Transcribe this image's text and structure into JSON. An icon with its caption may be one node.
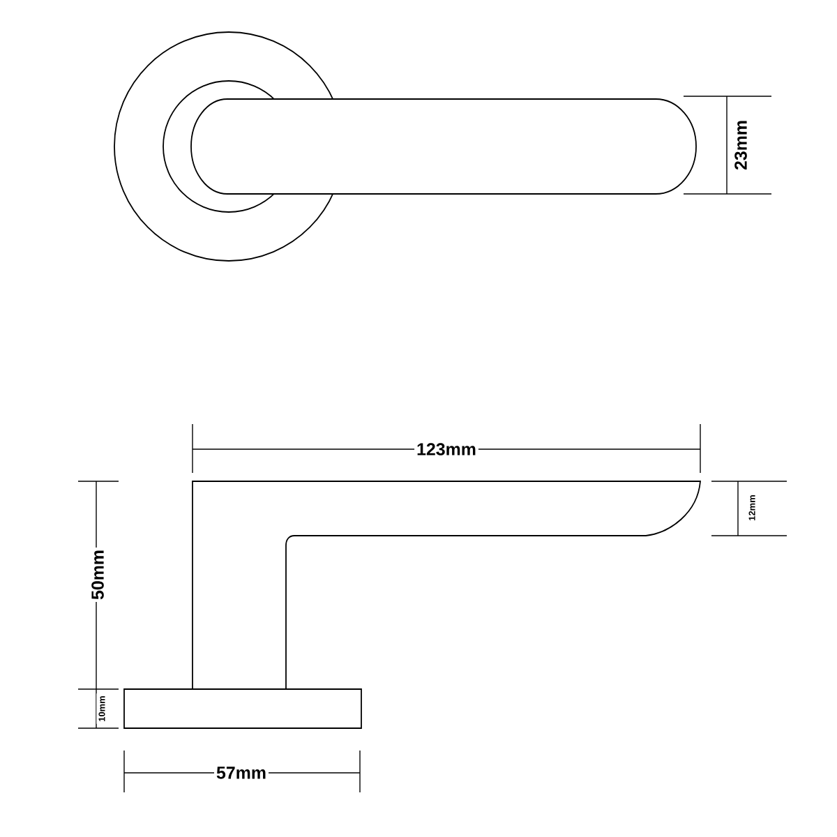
{
  "diagram": {
    "labels": [
      "23mm",
      "123mm",
      "12mm",
      "50mm",
      "10mm",
      "57mm"
    ]
  }
}
